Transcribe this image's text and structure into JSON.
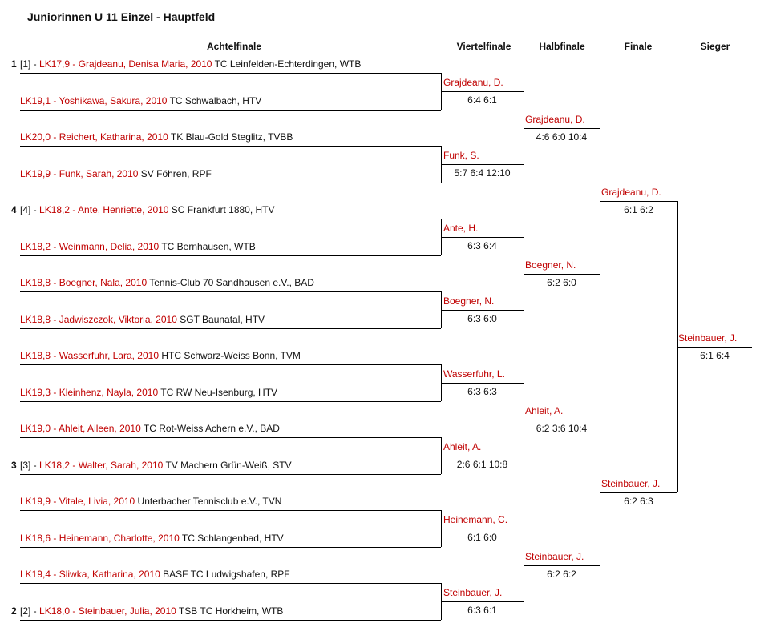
{
  "title": "Juniorinnen U 11 Einzel - Hauptfeld",
  "headers": {
    "round1": "Achtelfinale",
    "round2": "Viertelfinale",
    "round3": "Halbfinale",
    "round4": "Finale",
    "winner": "Sieger"
  },
  "players": [
    {
      "seed": "1",
      "prefix": "[1] - ",
      "name": "LK17,9 - Grajdeanu, Denisa Maria, 2010",
      "club": " TC Leinfelden-Echterdingen, WTB"
    },
    {
      "seed": "",
      "prefix": "",
      "name": "LK19,1 - Yoshikawa, Sakura, 2010",
      "club": " TC Schwalbach, HTV"
    },
    {
      "seed": "",
      "prefix": "",
      "name": "LK20,0 - Reichert, Katharina, 2010",
      "club": " TK Blau-Gold Steglitz, TVBB"
    },
    {
      "seed": "",
      "prefix": "",
      "name": "LK19,9 - Funk, Sarah, 2010",
      "club": " SV Föhren, RPF"
    },
    {
      "seed": "4",
      "prefix": "[4] - ",
      "name": "LK18,2 - Ante, Henriette, 2010",
      "club": " SC Frankfurt 1880, HTV"
    },
    {
      "seed": "",
      "prefix": "",
      "name": "LK18,2 - Weinmann, Delia, 2010",
      "club": " TC Bernhausen, WTB"
    },
    {
      "seed": "",
      "prefix": "",
      "name": "LK18,8 - Boegner, Nala, 2010",
      "club": " Tennis-Club 70 Sandhausen e.V., BAD"
    },
    {
      "seed": "",
      "prefix": "",
      "name": "LK18,8 - Jadwiszczok, Viktoria, 2010",
      "club": " SGT Baunatal, HTV"
    },
    {
      "seed": "",
      "prefix": "",
      "name": "LK18,8 - Wasserfuhr, Lara, 2010",
      "club": " HTC Schwarz-Weiss Bonn, TVM"
    },
    {
      "seed": "",
      "prefix": "",
      "name": "LK19,3 - Kleinhenz, Nayla, 2010",
      "club": " TC RW Neu-Isenburg, HTV"
    },
    {
      "seed": "",
      "prefix": "",
      "name": "LK19,0 - Ahleit, Aileen, 2010",
      "club": " TC Rot-Weiss Achern e.V., BAD"
    },
    {
      "seed": "3",
      "prefix": "[3] - ",
      "name": "LK18,2 - Walter, Sarah, 2010",
      "club": " TV Machern Grün-Weiß, STV"
    },
    {
      "seed": "",
      "prefix": "",
      "name": "LK19,9 - Vitale, Livia, 2010",
      "club": " Unterbacher Tennisclub e.V., TVN"
    },
    {
      "seed": "",
      "prefix": "",
      "name": "LK18,6 - Heinemann, Charlotte, 2010",
      "club": " TC Schlangenbad, HTV"
    },
    {
      "seed": "",
      "prefix": "",
      "name": "LK19,4 - Sliwka, Katharina, 2010",
      "club": " BASF TC Ludwigshafen, RPF"
    },
    {
      "seed": "2",
      "prefix": "[2] - ",
      "name": "LK18,0 - Steinbauer, Julia, 2010",
      "club": " TSB TC Horkheim, WTB"
    }
  ],
  "quarterfinal": [
    {
      "name": "Grajdeanu, D.",
      "score": "6:4 6:1"
    },
    {
      "name": "Funk, S.",
      "score": "5:7 6:4 12:10"
    },
    {
      "name": "Ante, H.",
      "score": "6:3 6:4"
    },
    {
      "name": "Boegner, N.",
      "score": "6:3 6:0"
    },
    {
      "name": "Wasserfuhr, L.",
      "score": "6:3 6:3"
    },
    {
      "name": "Ahleit, A.",
      "score": "2:6 6:1 10:8"
    },
    {
      "name": "Heinemann, C.",
      "score": "6:1 6:0"
    },
    {
      "name": "Steinbauer, J.",
      "score": "6:3 6:1"
    }
  ],
  "semifinal": [
    {
      "name": "Grajdeanu, D.",
      "score": "4:6 6:0 10:4"
    },
    {
      "name": "Boegner, N.",
      "score": "6:2 6:0"
    },
    {
      "name": "Ahleit, A.",
      "score": "6:2 3:6 10:4"
    },
    {
      "name": "Steinbauer, J.",
      "score": "6:2 6:2"
    }
  ],
  "final": [
    {
      "name": "Grajdeanu, D.",
      "score": "6:1 6:2"
    },
    {
      "name": "Steinbauer, J.",
      "score": "6:2 6:3"
    }
  ],
  "winner": {
    "name": "Steinbauer, J.",
    "score": "6:1 6:4"
  },
  "colors": {
    "player_name": "#c00000",
    "line": "#000000"
  }
}
